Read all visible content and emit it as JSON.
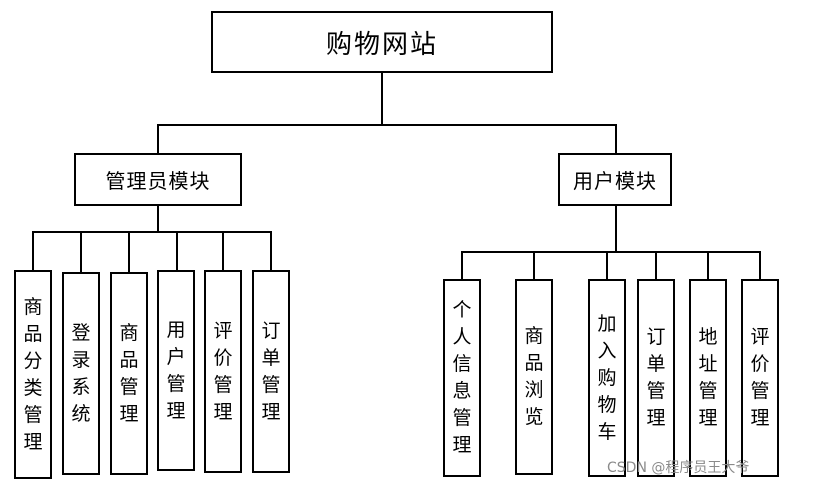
{
  "root": {
    "label": "购物网站"
  },
  "admin": {
    "label": "管理员模块",
    "children": [
      "商品分类管理",
      "登录系统",
      "商品管理",
      "用户管理",
      "评价管理",
      "订单管理"
    ]
  },
  "user": {
    "label": "用户模块",
    "children": [
      "个人信息管理",
      "商品浏览",
      "加入购物车",
      "订单管理",
      "地址管理",
      "评价管理"
    ]
  },
  "watermark": "CSDN @程序员王大爷"
}
